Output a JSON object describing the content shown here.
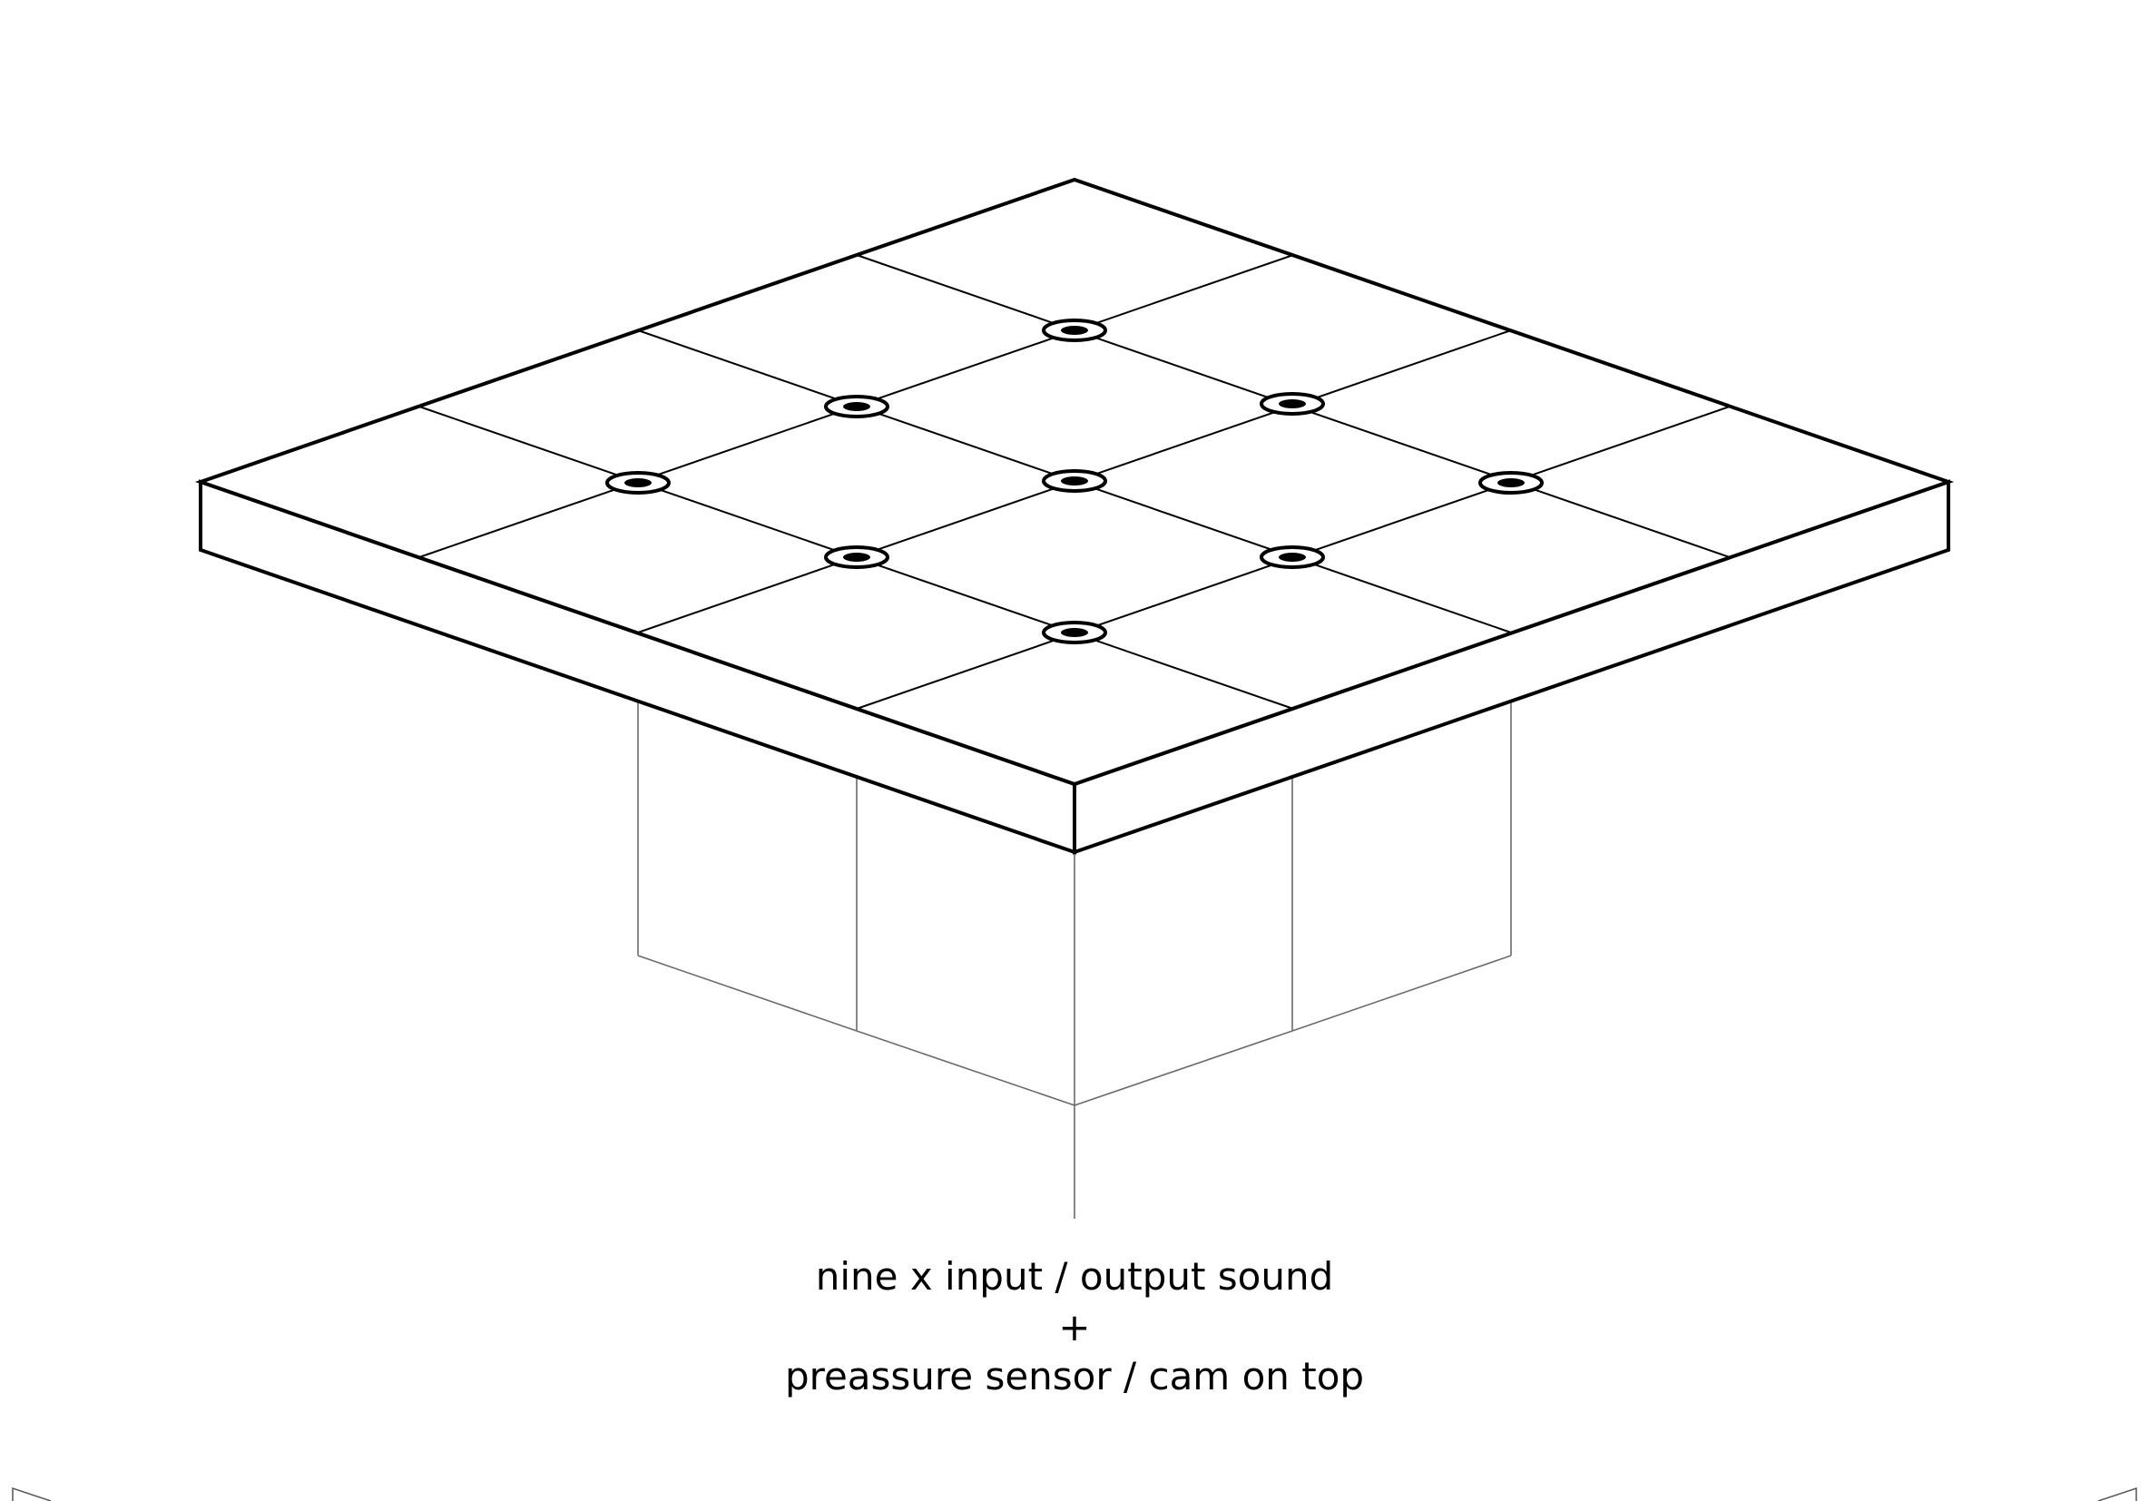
{
  "diagram": {
    "sensor_count": 9,
    "grid_divisions": 4,
    "sensor_icon": "sensor-ring-icon",
    "line_color": "#000000",
    "guide_color": "#6b6b6b"
  },
  "caption": {
    "line1": "nine x input / output sound",
    "line2": "+",
    "line3": "preassure sensor / cam on top"
  }
}
